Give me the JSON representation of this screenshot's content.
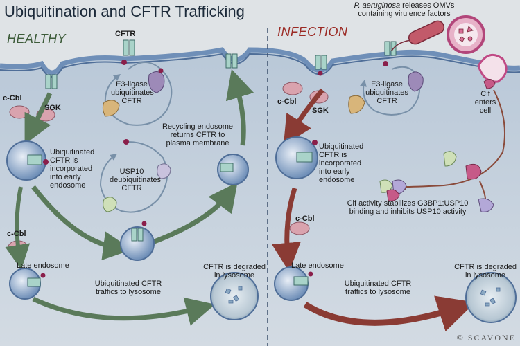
{
  "title": "Ubiquitination and CFTR Trafficking",
  "panels": {
    "healthy": {
      "title": "HEALTHY",
      "cftr": "CFTR",
      "ccbl_top": "c-Cbl",
      "sgk": "SGK",
      "e3": "E3-ligase ubiquitinates CFTR",
      "recycling": "Recycling endosome returns CFTR to plasma membrane",
      "early": "Ubiquitinated CFTR is incorporated into early endosome",
      "usp10": "USP10 deubiquitinates CFTR",
      "ccbl_mid": "c-Cbl",
      "late": "Late endosome",
      "traffics": "Ubiquitinated CFTR traffics to lysosome",
      "degraded": "CFTR is degraded in lysosome"
    },
    "infection": {
      "title": "INFECTION",
      "omv_species": "P. aeruginosa",
      "omv_rest": " releases OMVs containing virulence factors",
      "ccbl_top": "c-Cbl",
      "sgk": "SGK",
      "e3": "E3-ligase ubiquitinates CFTR",
      "cif_enters": "Cif enters cell",
      "early": "Ubiquitinated CFTR is incorporated into early endosome",
      "cif_activity": "Cif activity stabilizes G3BP1:USP10 binding and inhibits USP10 activity",
      "ccbl_mid": "c-Cbl",
      "late": "Late endosome",
      "traffics": "Ubiquitinated CFTR traffics to lysosome",
      "degraded": "CFTR is degraded in lysosome"
    }
  },
  "credit": "© SCAVONE",
  "colors": {
    "background": "#dfe3e6",
    "membrane": "#6f8fb8",
    "healthy_arrow": "#5a7a5a",
    "infection_arrow": "#8a3b34",
    "title_healthy": "#3d5c3a",
    "title_infection": "#9b2a24",
    "cftr_channel": "#a9d3c9",
    "ubiquitin": "#8a1f4a"
  }
}
